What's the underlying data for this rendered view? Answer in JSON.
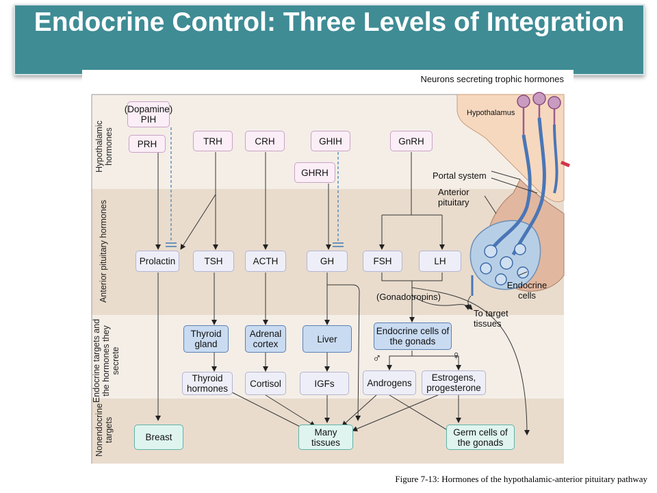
{
  "slide": {
    "title": "Endocrine Control: Three Levels of Integration",
    "caption": "Figure 7-13: Hormones of the hypothalamic-anterior pituitary pathway"
  },
  "diagram": {
    "row_labels": [
      "Hypothalamic hormones",
      "Anterior pituitary hormones",
      "Endocrine targets and the hormones they secrete",
      "Nonendocrine targets"
    ],
    "hypothalamic": [
      "(Dopamine) PIH",
      "PRH",
      "TRH",
      "CRH",
      "GHIH",
      "GHRH",
      "GnRH"
    ],
    "pituitary": [
      "Prolactin",
      "TSH",
      "ACTH",
      "GH",
      "FSH",
      "LH"
    ],
    "gonadotropins_label": "(Gonadotropins)",
    "endocrine_targets": [
      "Thyroid gland",
      "Adrenal cortex",
      "Liver",
      "Endocrine cells of the gonads"
    ],
    "target_hormones": [
      "Thyroid hormones",
      "Cortisol",
      "IGFs",
      "Androgens",
      "Estrogens, progesterone"
    ],
    "male_symbol": "♂",
    "female_symbol": "♀",
    "nonendocrine": [
      "Breast",
      "Many tissues",
      "Germ cells of the gonads"
    ],
    "anatomy_labels": [
      "Neurons secreting trophic hormones",
      "Hypothalamus",
      "Portal system",
      "Anterior pituitary",
      "Endocrine cells",
      "To target tissues"
    ]
  }
}
